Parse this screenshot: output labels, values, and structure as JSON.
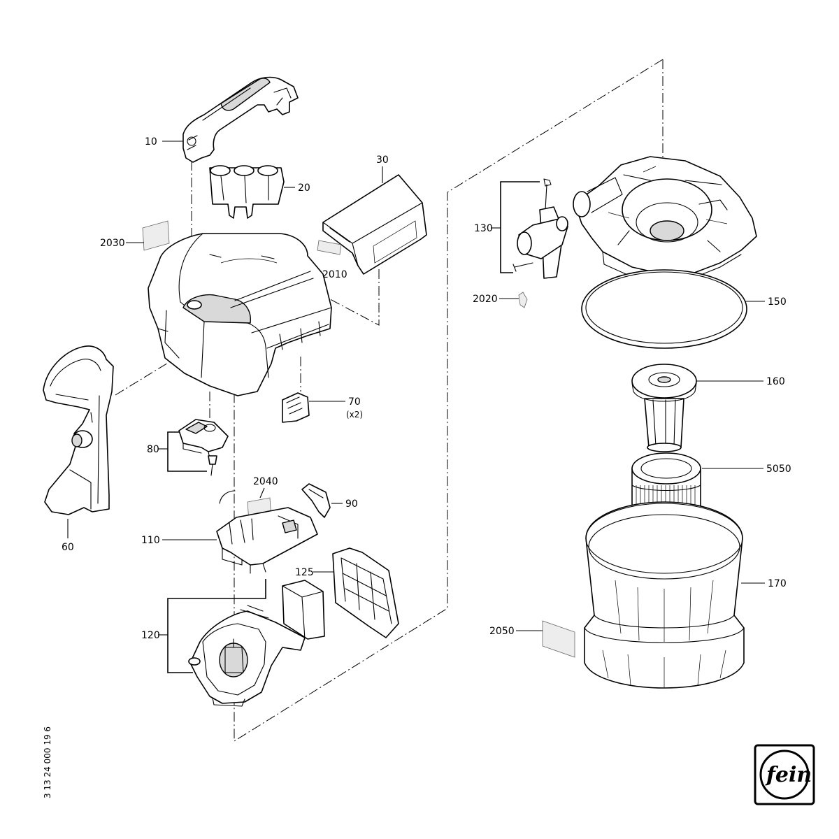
{
  "document_number": "3 13 24 000 19 6",
  "logo": {
    "text": "fein"
  },
  "callouts": [
    {
      "id": "10",
      "label": "10"
    },
    {
      "id": "20",
      "label": "20"
    },
    {
      "id": "30",
      "label": "30"
    },
    {
      "id": "60",
      "label": "60"
    },
    {
      "id": "70",
      "label": "70",
      "note": "(x2)"
    },
    {
      "id": "80",
      "label": "80"
    },
    {
      "id": "90",
      "label": "90"
    },
    {
      "id": "110",
      "label": "110"
    },
    {
      "id": "120",
      "label": "120"
    },
    {
      "id": "125",
      "label": "125"
    },
    {
      "id": "130",
      "label": "130"
    },
    {
      "id": "150",
      "label": "150"
    },
    {
      "id": "160",
      "label": "160"
    },
    {
      "id": "170",
      "label": "170"
    },
    {
      "id": "2010",
      "label": "2010"
    },
    {
      "id": "2020",
      "label": "2020"
    },
    {
      "id": "2030",
      "label": "2030"
    },
    {
      "id": "2040",
      "label": "2040"
    },
    {
      "id": "2050",
      "label": "2050"
    },
    {
      "id": "5050",
      "label": "5050"
    }
  ]
}
